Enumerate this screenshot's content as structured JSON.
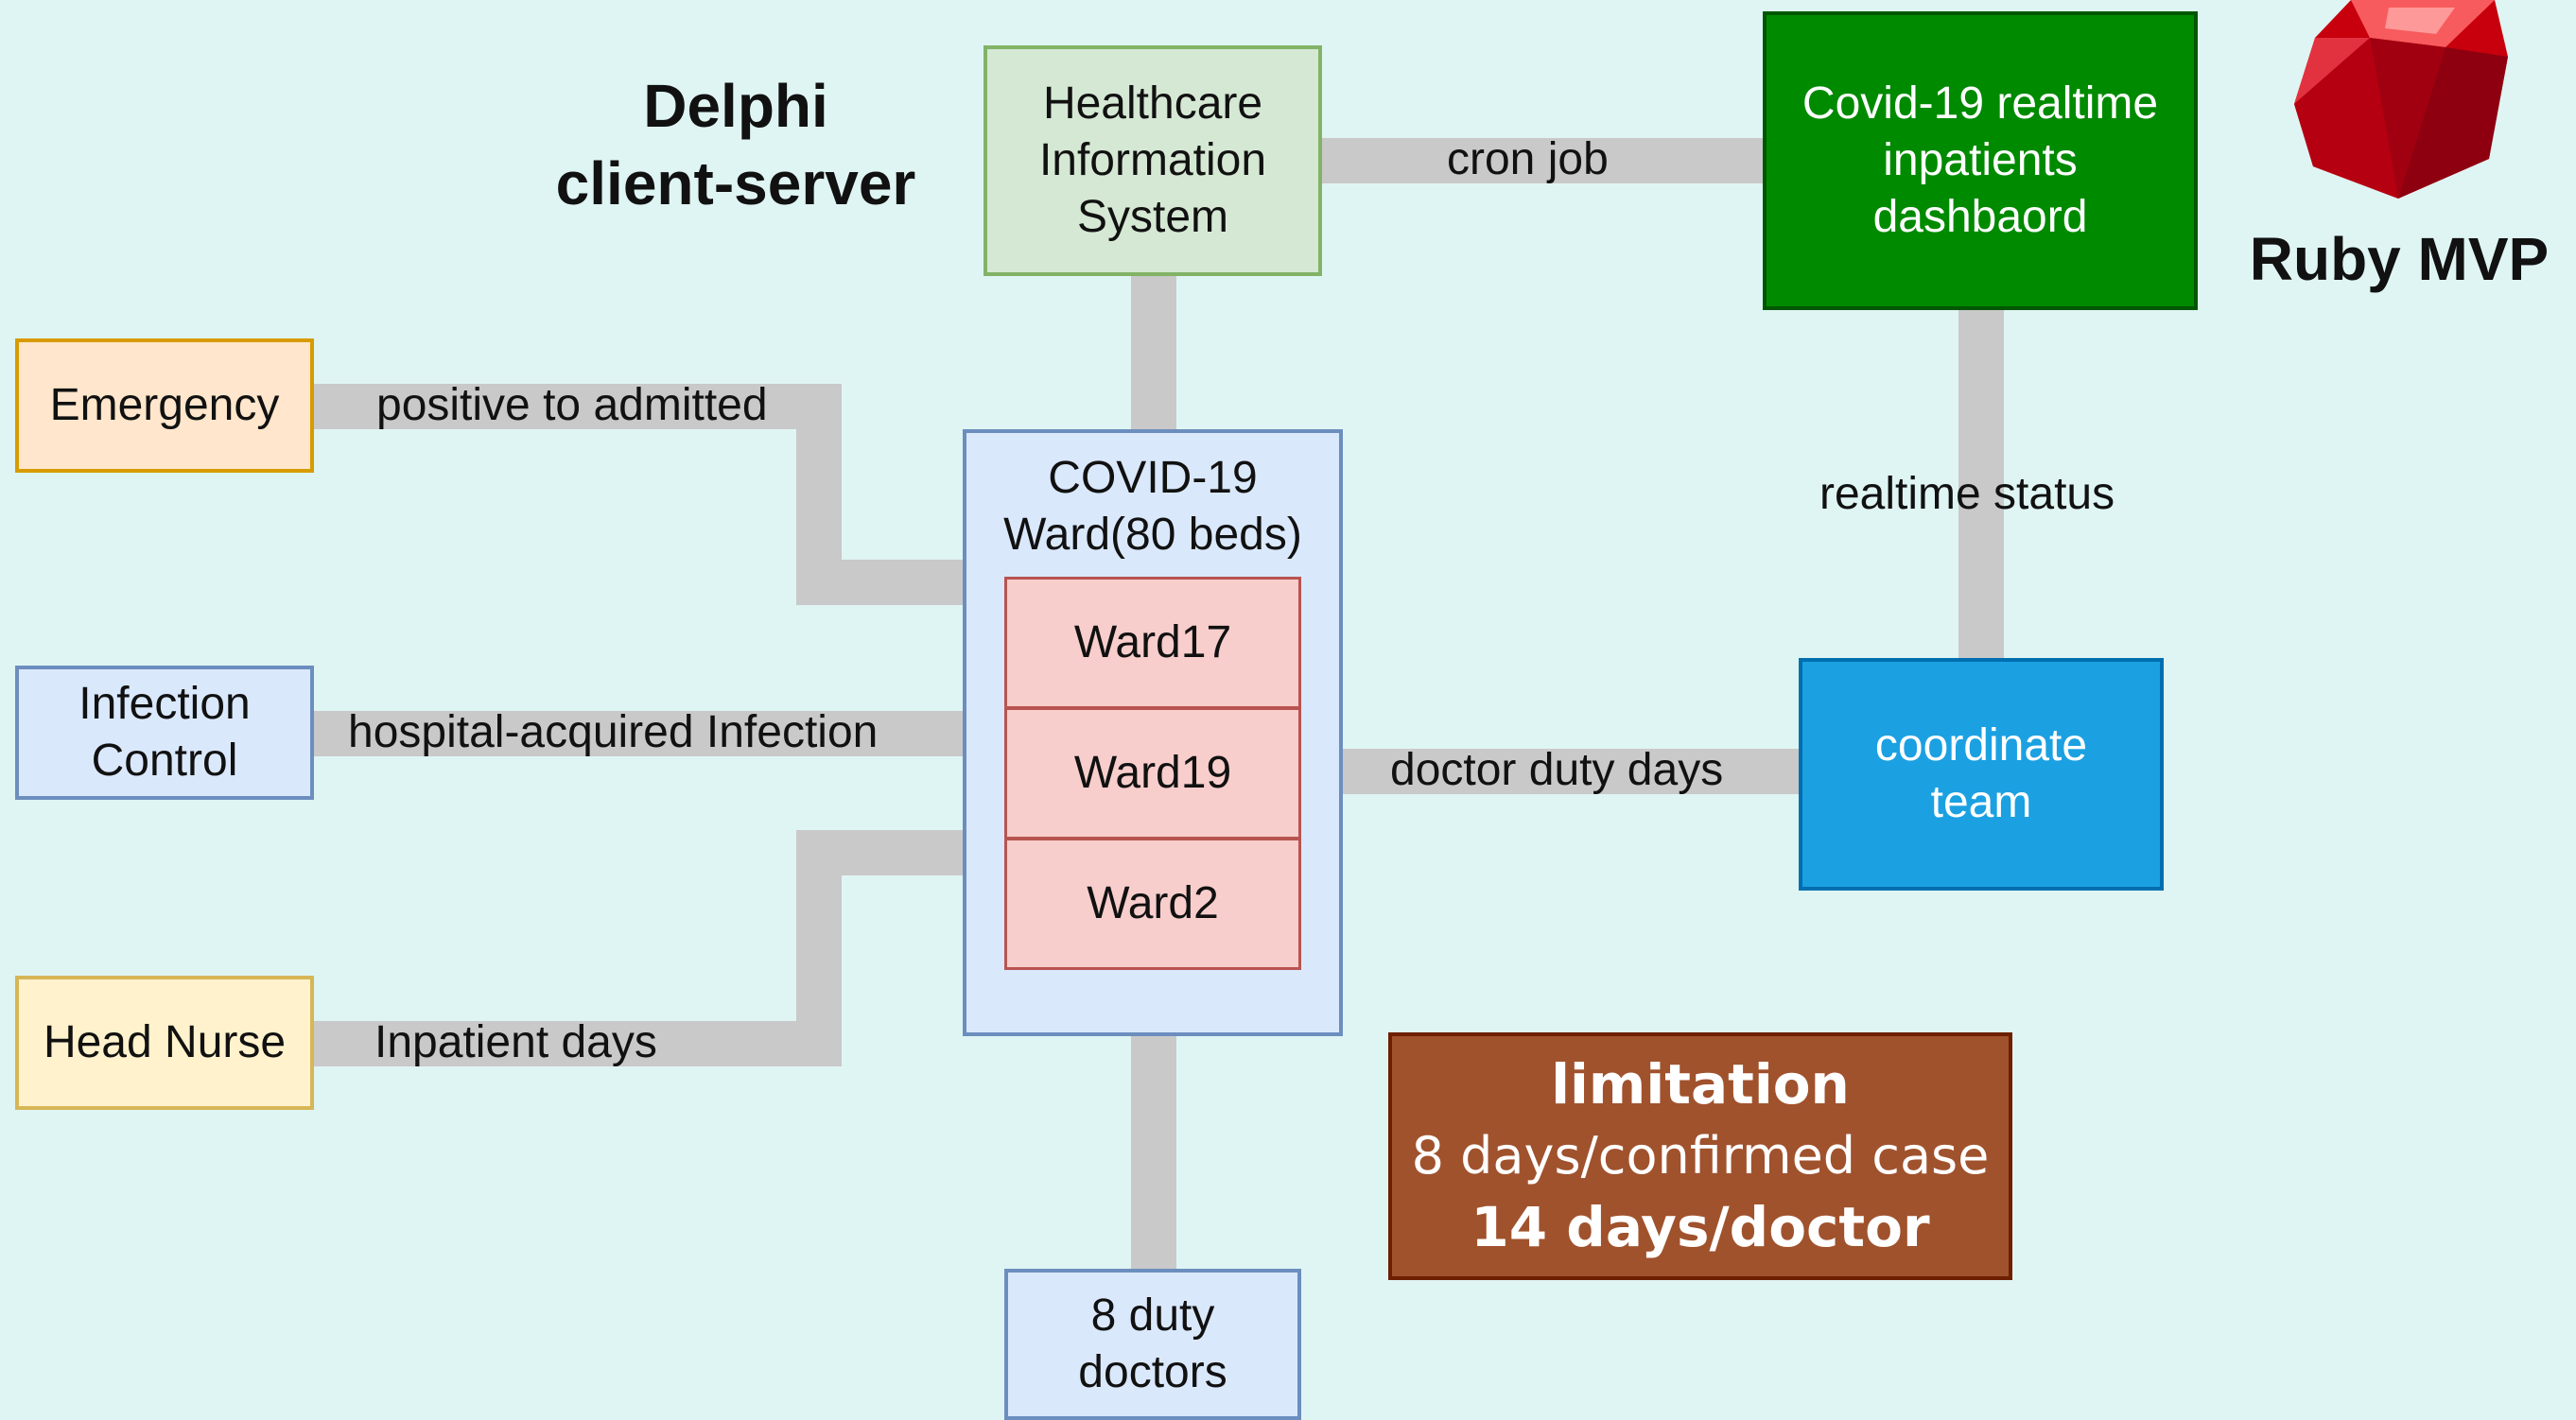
{
  "titles": {
    "delphi": "Delphi\nclient-server",
    "ruby": "Ruby MVP"
  },
  "nodes": {
    "his": "Healthcare\nInformation\nSystem",
    "dashboard": "Covid-19 realtime\ninpatients\ndashbaord",
    "emergency": "Emergency",
    "infection_control": "Infection\nControl",
    "head_nurse": "Head Nurse",
    "ward_group": "COVID-19\nWard(80 beds)",
    "wards": [
      "Ward17",
      "Ward19",
      "Ward2"
    ],
    "coordinate_team": "coordinate\nteam",
    "duty_doctors": "8 duty\ndoctors"
  },
  "edges": {
    "cron_job": "cron job",
    "positive_to_admitted": "positive to admitted",
    "hospital_acquired": "hospital-acquired Infection",
    "inpatient_days": "Inpatient days",
    "realtime_status": "realtime status",
    "doctor_duty_days": "doctor duty days"
  },
  "limitation": {
    "title": "limitation",
    "line1": "8 days/confirmed case",
    "line2": "14 days/doctor"
  },
  "colors": {
    "background": "#dff5f3",
    "connector": "#c9c9c9",
    "his_fill": "#d5e8d4",
    "his_border": "#82b366",
    "dashboard_fill": "#008a00",
    "dashboard_border": "#005700",
    "orange_fill": "#ffe6cc",
    "orange_border": "#d79b00",
    "blue_fill": "#dae8fc",
    "blue_border": "#6c8ebf",
    "yellow_fill": "#fff2cc",
    "yellow_border": "#d6b656",
    "ward_fill": "#f8cecc",
    "ward_border": "#b85450",
    "team_fill": "#1ba1e2",
    "team_border": "#006eaf",
    "limitation_fill": "#a0522d",
    "limitation_border": "#6d1f00",
    "ruby_red": "#c8000e"
  },
  "icons": {
    "ruby_logo": "ruby-gem-icon"
  }
}
